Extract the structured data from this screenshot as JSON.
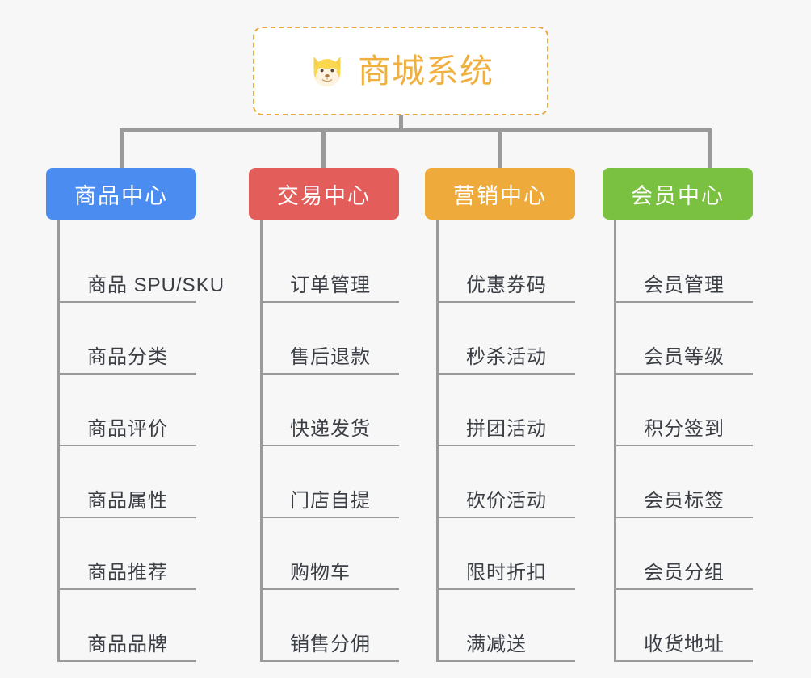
{
  "canvas": {
    "background": "#f7f7f7",
    "connector_color": "#9a9a9a"
  },
  "root": {
    "title": "商城系统",
    "icon": "dog-face-icon",
    "text_color": "#efb040",
    "border_color": "#eaa93c",
    "border_style": "dashed",
    "background": "#ffffff"
  },
  "columns": [
    {
      "header": "商品中心",
      "color": "#4a8cf0",
      "items": [
        "商品 SPU/SKU",
        "商品分类",
        "商品评价",
        "商品属性",
        "商品推荐",
        "商品品牌"
      ]
    },
    {
      "header": "交易中心",
      "color": "#e35d5b",
      "items": [
        "订单管理",
        "售后退款",
        "快递发货",
        "门店自提",
        "购物车",
        "销售分佣"
      ]
    },
    {
      "header": "营销中心",
      "color": "#eeab3c",
      "items": [
        "优惠券码",
        "秒杀活动",
        "拼团活动",
        "砍价活动",
        "限时折扣",
        "满减送"
      ]
    },
    {
      "header": "会员中心",
      "color": "#79c council"
    }
  ]
}
